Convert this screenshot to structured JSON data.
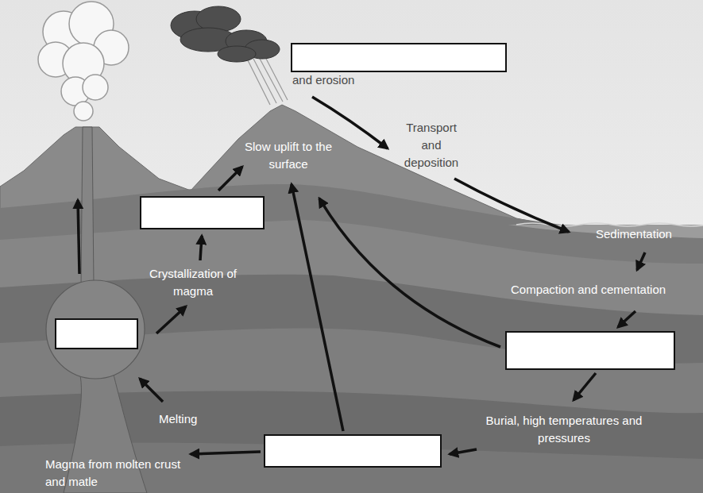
{
  "diagram": {
    "labels": [
      "and erosion",
      "Transport and deposition",
      "Slow uplift to the surface",
      "Sedimentation",
      "Compaction and cementation",
      "Crystallization of magma",
      "Melting",
      "Burial, high temperatures and pressures",
      "Magma from molten crust and matle"
    ]
  }
}
